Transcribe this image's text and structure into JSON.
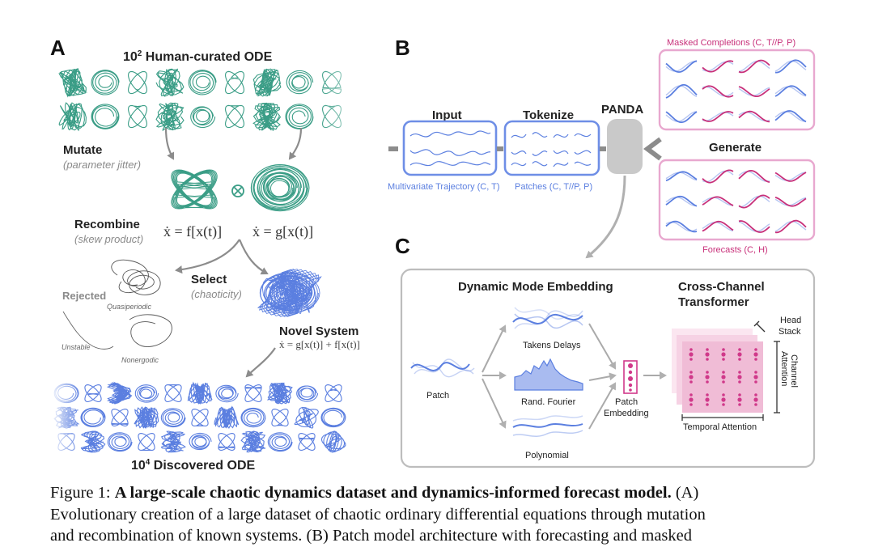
{
  "panel_a": {
    "letter": "A",
    "title_prefix": "10",
    "title_exp": "2",
    "title_rest": " Human-curated ODE",
    "mutate_label": "Mutate",
    "mutate_sub": "(parameter jitter)",
    "recombine_label": "Recombine",
    "recombine_sub": "(skew product)",
    "eq_f": "ẋ = f[x(t)]",
    "eq_g": "ẋ = g[x(t)]",
    "select_label": "Select",
    "select_sub": "(chaoticity)",
    "rejected_label": "Rejected",
    "quasiperiodic_label": "Quasiperiodic",
    "unstable_label": "Unstable",
    "nonergodic_label": "Nonergodic",
    "novel_label": "Novel System",
    "novel_eq": "ẋ = g[x(t)] + f[x(t)]",
    "bottom_prefix": "10",
    "bottom_exp": "4",
    "bottom_rest": " Discovered ODE",
    "colors": {
      "teal": "#3a9d86",
      "blue": "#5b7fe0",
      "gray": "#8a8a8a"
    }
  },
  "panel_b": {
    "letter": "B",
    "input_label": "Input",
    "tokenize_label": "Tokenize",
    "panda_label": "PANDA",
    "generate_label": "Generate",
    "masked_label": "Masked Completions (C, T//P, P)",
    "forecasts_label": "Forecasts (C, H)",
    "input_caption": "Multivariate Trajectory (C, T)",
    "patches_caption": "Patches (C, T//P, P)",
    "colors": {
      "blue": "#5b7fe0",
      "magenta": "#c8307a",
      "pink_border": "#e8a8cf",
      "panda_gray": "#c9c9c9"
    }
  },
  "panel_c": {
    "letter": "C",
    "dme_title": "Dynamic Mode Embedding",
    "cct_title_1": "Cross-Channel",
    "cct_title_2": "Transformer",
    "patch_label": "Patch",
    "takens_label": "Takens Delays",
    "fourier_label": "Rand. Fourier",
    "poly_label": "Polynomial",
    "patch_emb_1": "Patch",
    "patch_emb_2": "Embedding",
    "head_stack_1": "Head",
    "head_stack_2": "Stack",
    "channel_attn_1": "Channel",
    "channel_attn_2": "Attention",
    "temporal_attn": "Temporal Attention",
    "colors": {
      "magenta": "#d0398a",
      "pink": "#f3c6dd"
    }
  },
  "caption": {
    "fig_label": "Figure 1:",
    "bold": "A large-scale chaotic dynamics dataset and dynamics-informed forecast model.",
    "line1_rest": " (A)",
    "line2": "Evolutionary creation of a large dataset of chaotic ordinary differential equations through mutation",
    "line3": "and recombination of known systems. (B) Patch model architecture with forecasting and masked"
  }
}
